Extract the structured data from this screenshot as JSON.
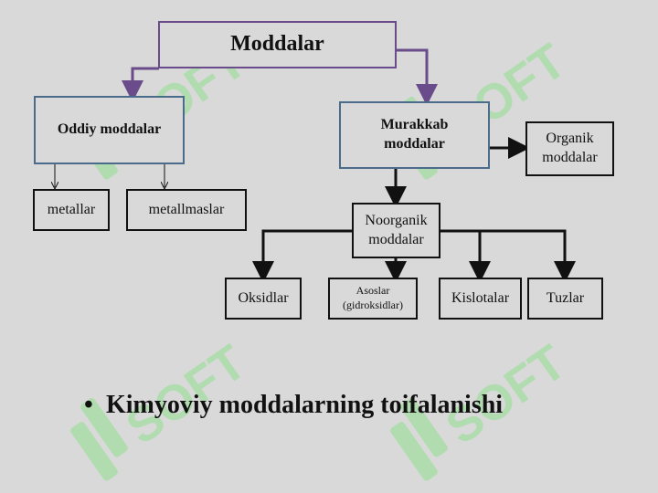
{
  "diagram": {
    "root": "Moddalar",
    "simple": "Oddiy moddalar",
    "complex_line1": "Murakkab",
    "complex_line2": "moddalar",
    "organic_line1": "Organik",
    "organic_line2": "moddalar",
    "metals": "metallar",
    "nonmetals": "metallmaslar",
    "inorganic_line1": "Noorganik",
    "inorganic_line2": "moddalar",
    "oxides": "Oksidlar",
    "bases_line1": "Asoslar",
    "bases_line2": "(gidroksidlar)",
    "acids": "Kislotalar",
    "salts": "Tuzlar"
  },
  "bullet": {
    "text": "Kimyoviy moddalarning toifalanishi"
  },
  "watermark": {
    "text": "SOFT",
    "color": "#7ddc7d"
  },
  "colors": {
    "background": "#d9d9d9",
    "purple_arrow": "#6b4c8a",
    "blue_border": "#4a6b8a"
  }
}
